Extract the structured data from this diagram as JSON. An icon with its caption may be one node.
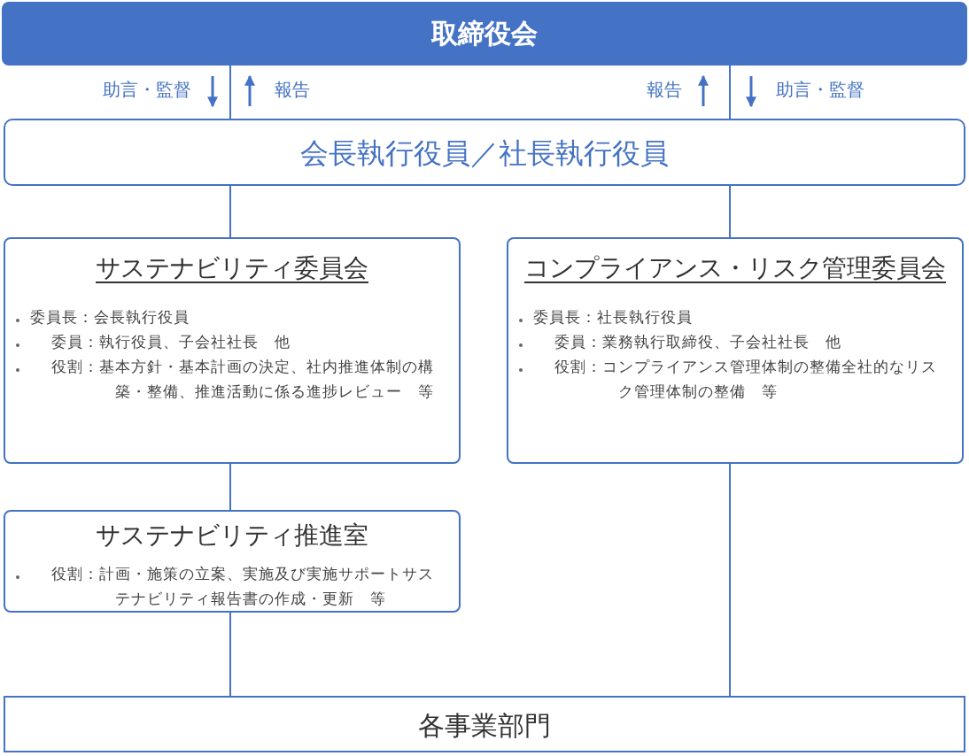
{
  "diagram": {
    "nodes": [
      {
        "text": [
          "取締役会"
        ]
      },
      {
        "text": [
          "会長執行役員／社長執行役員"
        ]
      },
      {
        "text": [
          "サステナビリティ委員会",
          "委員長：会長執行役員",
          "委員：執行役員、子会社社長　他",
          "役割：基本方針・基本計画の決定、社内推進体制の構築・整備、推進活動に係る進捗レビュー　等"
        ]
      },
      {
        "text": [
          "コンプライアンス・リスク管理委員会",
          "委員長：社長執行役員",
          "委員：業務執行取締役、子会社社長　他",
          "役割：コンプライアンス管理体制の整備全社的なリスク管理体制の整備　等"
        ]
      },
      {
        "text": [
          "サステナビリティ推進室",
          "役割：計画・施策の立案、実施及び実施サポートサステナビリティ報告書の作成・更新　等"
        ]
      },
      {
        "text": [
          "各事業部門"
        ]
      }
    ],
    "edges": [
      {
        "from": 0,
        "to": 1,
        "arrow": "none"
      },
      {
        "from": 0,
        "to": 1,
        "arrow": "none"
      },
      {
        "from": 0,
        "to": 1,
        "arrow": "to",
        "label": "助言・監督"
      },
      {
        "from": 1,
        "to": 0,
        "arrow": "to",
        "label": "報告"
      },
      {
        "from": 1,
        "to": 0,
        "arrow": "to",
        "label": "報告"
      },
      {
        "from": 0,
        "to": 1,
        "arrow": "to",
        "label": "助言・監督"
      },
      {
        "from": 1,
        "to": 2,
        "arrow": "none"
      },
      {
        "from": 1,
        "to": 3,
        "arrow": "none"
      },
      {
        "from": 2,
        "to": 4,
        "arrow": "none"
      },
      {
        "from": 4,
        "to": 5,
        "arrow": "none"
      },
      {
        "from": 3,
        "to": 5,
        "arrow": "none"
      }
    ]
  }
}
